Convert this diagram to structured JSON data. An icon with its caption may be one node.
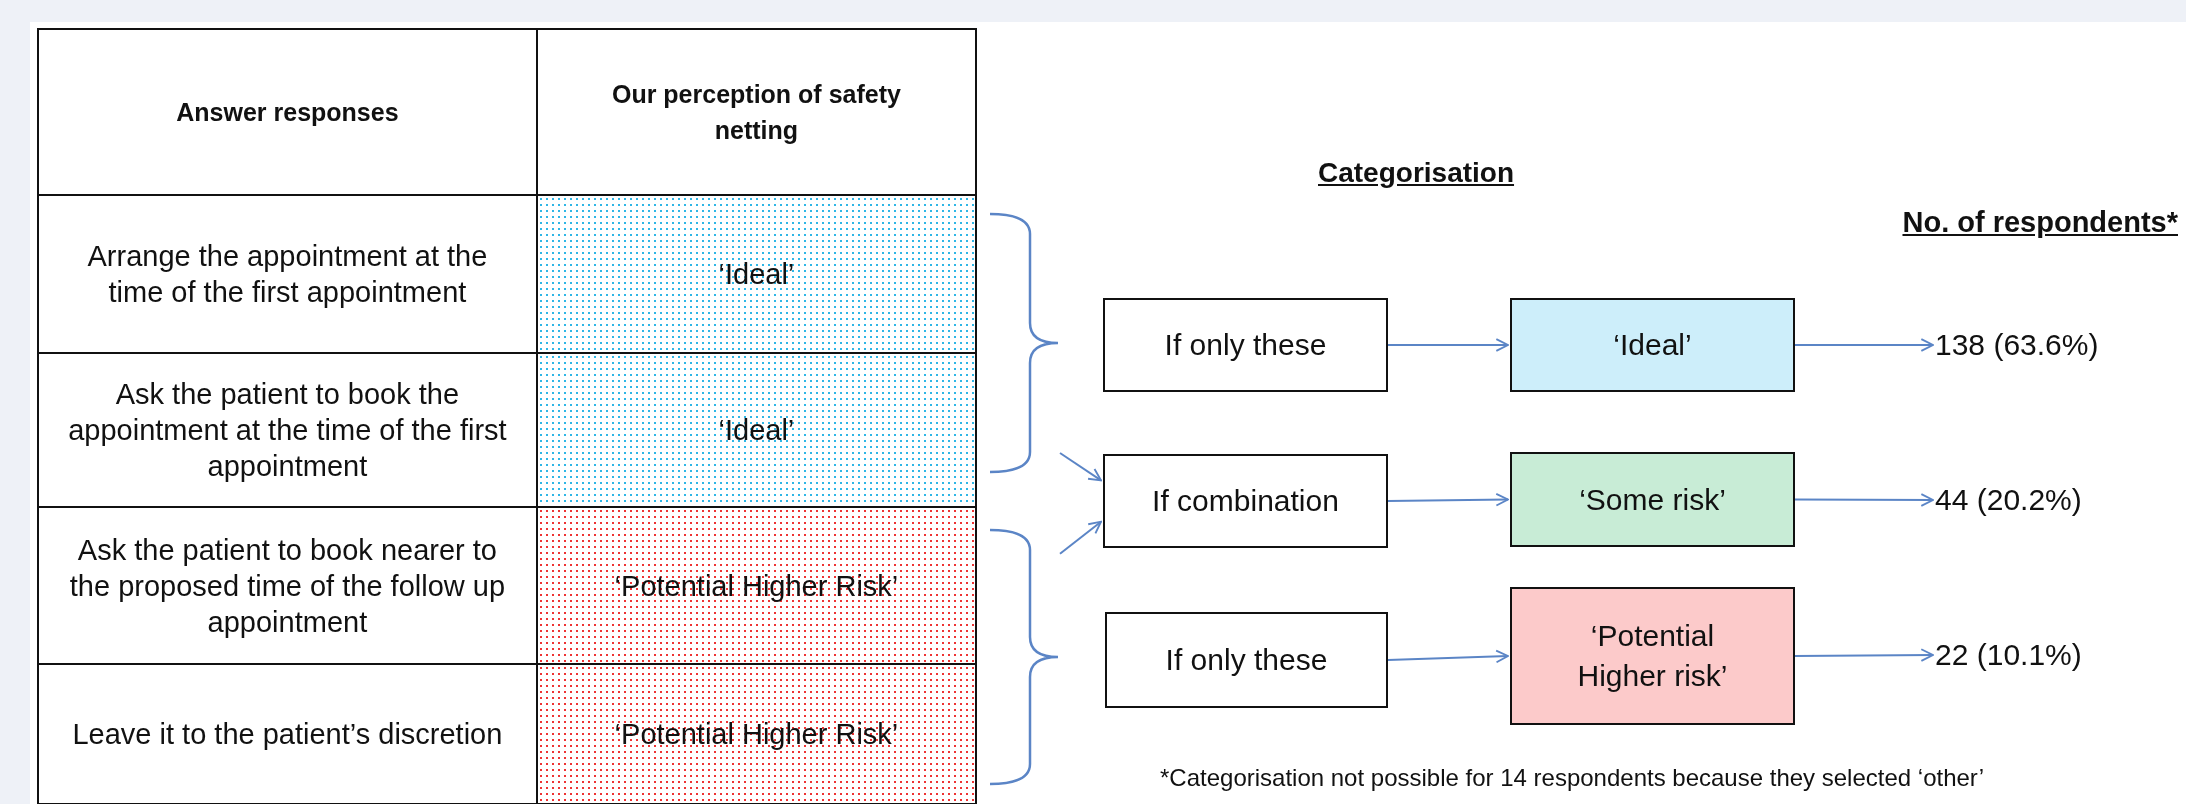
{
  "diagram": {
    "caption": "*Categorisation not possible for 14 respondents because they selected ‘other’",
    "nodes": [
      {
        "text": [],
        "shape": "bracket"
      },
      {
        "text": [],
        "shape": "bracket"
      },
      {
        "text": [
          "If only these"
        ]
      },
      {
        "text": [
          "‘Ideal’"
        ]
      },
      {
        "text": [
          "138 (63.6%)"
        ]
      },
      {
        "text": [
          "If combination"
        ]
      },
      {
        "text": [
          "‘Some risk’"
        ]
      },
      {
        "text": [
          "44 (20.2%)"
        ]
      },
      {
        "text": [
          "If only these"
        ]
      },
      {
        "text": [
          "‘Potential Higher risk’"
        ]
      },
      {
        "text": [
          "22 (10.1%)"
        ]
      }
    ],
    "edges": [
      {
        "from": 2,
        "to": 3,
        "arrow": "to"
      },
      {
        "from": 3,
        "to": 4,
        "arrow": "to"
      },
      {
        "from": 0,
        "to": 5,
        "arrow": "to"
      },
      {
        "from": 1,
        "to": 5,
        "arrow": "to"
      },
      {
        "from": 5,
        "to": 6,
        "arrow": "to"
      },
      {
        "from": 6,
        "to": 7,
        "arrow": "to"
      },
      {
        "from": 8,
        "to": 9,
        "arrow": "to"
      },
      {
        "from": 9,
        "to": 10,
        "arrow": "to"
      }
    ],
    "labels": [
      "Answer responses",
      "Our perception of safety netting",
      "Arrange the appointment at the time of the first appointment",
      "‘Ideal’",
      "Ask the patient to book the appointment at the time of the first appointment",
      "‘Ideal’",
      "Ask the patient to book nearer to the proposed time of the follow up appointment",
      "‘Potential Higher Risk’",
      "Leave it to the patient’s discretion",
      "‘Potential Higher Risk’",
      "Categorisation",
      "No. of respondents*"
    ]
  }
}
